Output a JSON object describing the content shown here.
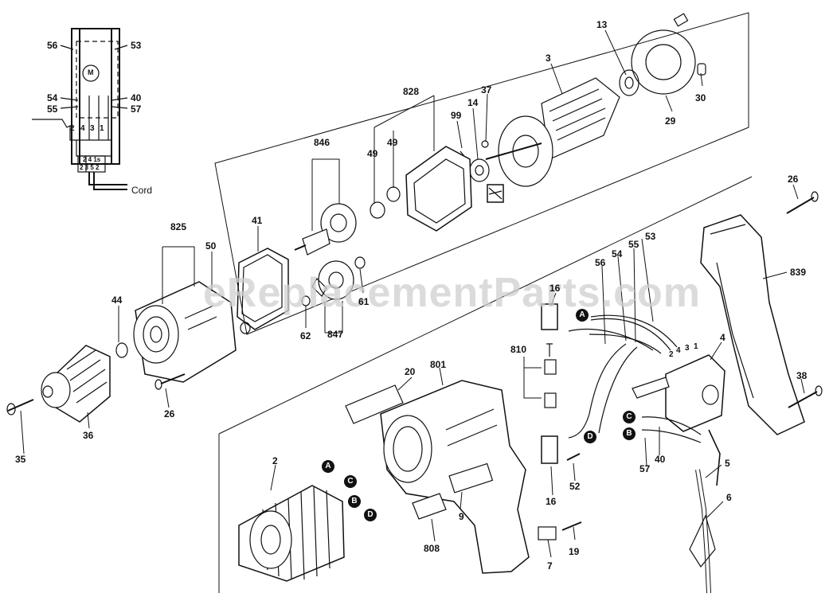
{
  "watermark": "eReplacementParts.com",
  "wiring": {
    "labels": [
      "56",
      "53",
      "54",
      "40",
      "55",
      "57"
    ],
    "terminals": [
      "2",
      "4",
      "3",
      "1"
    ],
    "switch_terms": "2 4 1s",
    "switch_terms2": "2 3 5 2",
    "motor": "M",
    "cord": "Cord"
  },
  "connectors": [
    "A",
    "C",
    "B",
    "D"
  ],
  "parts": {
    "p13": "13",
    "p3": "3",
    "p30": "30",
    "p29": "29",
    "p37": "37",
    "p14": "14",
    "p99": "99",
    "p828": "828",
    "p49a": "49",
    "p49b": "49",
    "p846": "846",
    "p41": "41",
    "p825": "825",
    "p50": "50",
    "p44": "44",
    "p61": "61",
    "p62": "62",
    "p847": "847",
    "p26a": "26",
    "p36": "36",
    "p35": "35",
    "p26b": "26",
    "p839": "839",
    "p53": "53",
    "p55": "55",
    "p54": "54",
    "p56": "56",
    "p16a": "16",
    "p810": "810",
    "p4": "4",
    "p38": "38",
    "p20": "20",
    "p801": "801",
    "p2": "2",
    "p9": "9",
    "p808": "808",
    "p16b": "16",
    "p52": "52",
    "p7": "7",
    "p19": "19",
    "p40": "40",
    "p57": "57",
    "p5": "5",
    "p6": "6"
  }
}
